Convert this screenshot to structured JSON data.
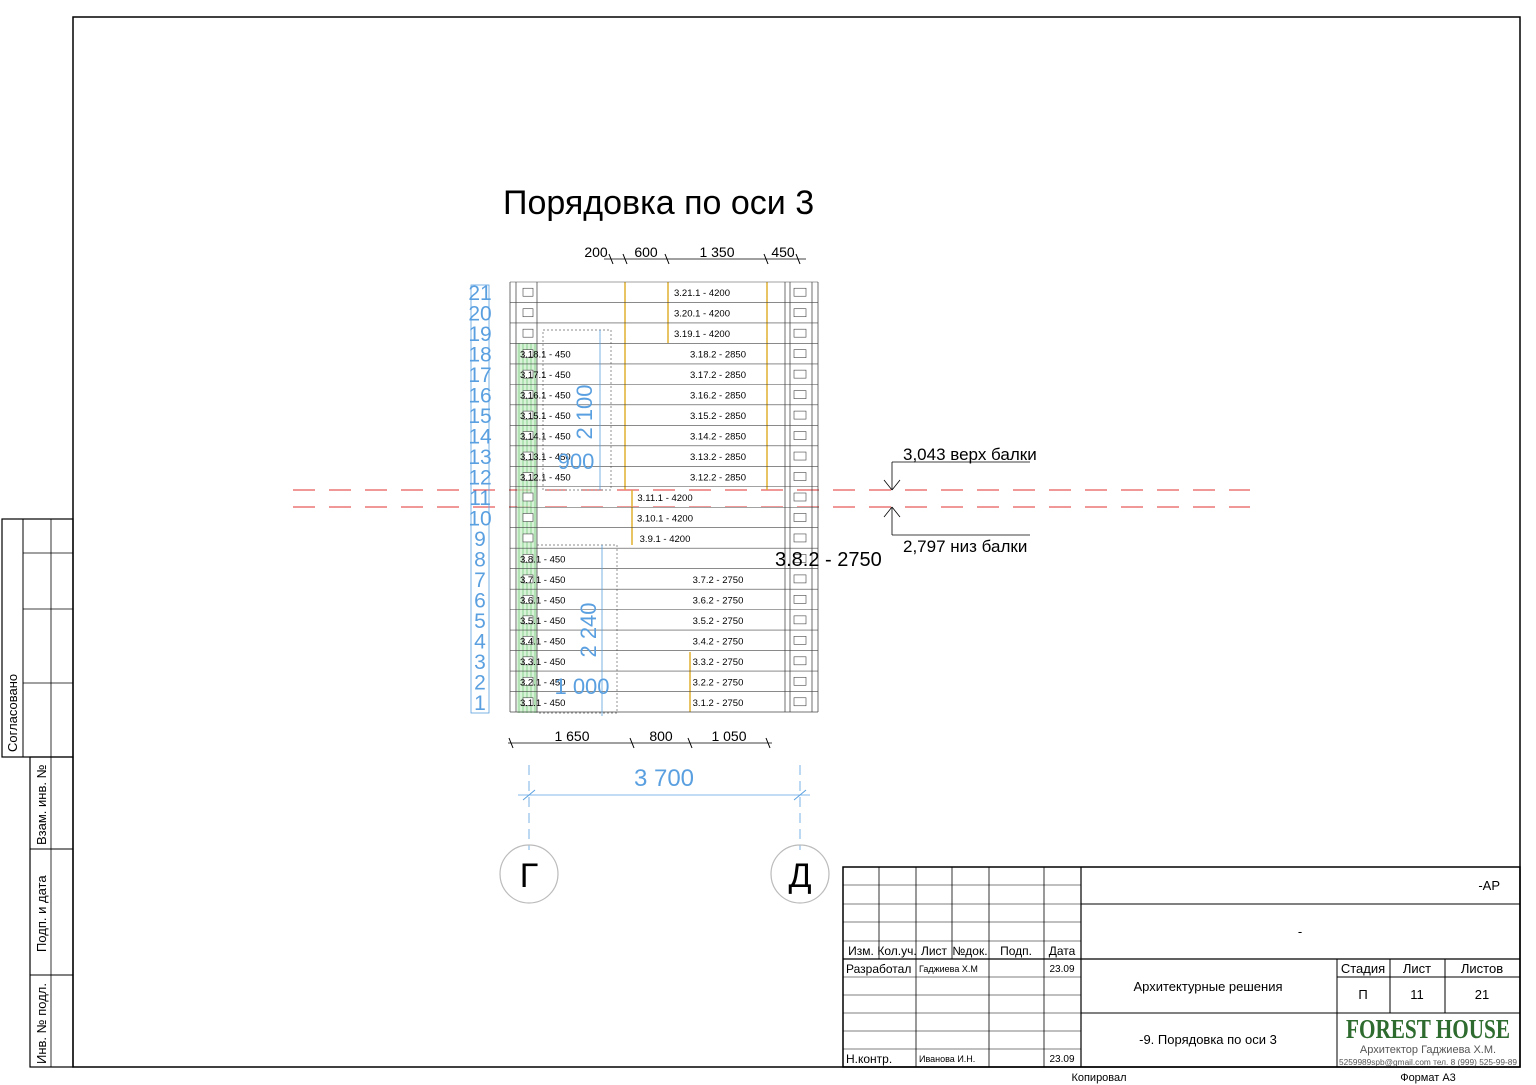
{
  "drawing": {
    "title": "Порядовка по оси 3",
    "top_dims": [
      "200",
      "600",
      "1 350",
      "450"
    ],
    "bottom_dims": [
      "1 650",
      "800",
      "1 050"
    ],
    "total_dim": "3 700",
    "axis_left": "Г",
    "axis_right": "Д",
    "opening_upper": {
      "height": "2 100",
      "width": "900"
    },
    "opening_lower": {
      "height": "2 240",
      "width": "1 000"
    },
    "beam_top": "3,043 верх балки",
    "beam_bottom": "2,797 низ балки",
    "callout": "3.8.2 - 2750",
    "rows": [
      {
        "n": "1",
        "left": "3.1.1 - 450",
        "right": "3.1.2 - 2750"
      },
      {
        "n": "2",
        "left": "3.2.1 - 450",
        "right": "3.2.2 - 2750"
      },
      {
        "n": "3",
        "left": "3.3.1 - 450",
        "right": "3.3.2 - 2750"
      },
      {
        "n": "4",
        "left": "3.4.1 - 450",
        "right": "3.4.2 - 2750"
      },
      {
        "n": "5",
        "left": "3.5.1 - 450",
        "right": "3.5.2 - 2750"
      },
      {
        "n": "6",
        "left": "3.6.1 - 450",
        "right": "3.6.2 - 2750"
      },
      {
        "n": "7",
        "left": "3.7.1 - 450",
        "right": "3.7.2 - 2750"
      },
      {
        "n": "8",
        "left": "3.8.1 - 450",
        "right": ""
      },
      {
        "n": "9",
        "left": "",
        "right": "3.9.1 - 4200"
      },
      {
        "n": "10",
        "left": "",
        "right": "3.10.1 - 4200"
      },
      {
        "n": "11",
        "left": "",
        "right": "3.11.1 - 4200"
      },
      {
        "n": "12",
        "left": "3.12.1 - 450",
        "right": "3.12.2 - 2850"
      },
      {
        "n": "13",
        "left": "3.13.1 - 450",
        "right": "3.13.2 - 2850"
      },
      {
        "n": "14",
        "left": "3.14.1 - 450",
        "right": "3.14.2 - 2850"
      },
      {
        "n": "15",
        "left": "3.15.1 - 450",
        "right": "3.15.2 - 2850"
      },
      {
        "n": "16",
        "left": "3.16.1 - 450",
        "right": "3.16.2 - 2850"
      },
      {
        "n": "17",
        "left": "3.17.1 - 450",
        "right": "3.17.2 - 2850"
      },
      {
        "n": "18",
        "left": "3.18.1 - 450",
        "right": "3.18.2 - 2850"
      },
      {
        "n": "19",
        "left": "",
        "right": "3.19.1 - 4200"
      },
      {
        "n": "20",
        "left": "",
        "right": "3.20.1 - 4200"
      },
      {
        "n": "21",
        "left": "",
        "right": "3.21.1 - 4200"
      }
    ]
  },
  "side_stamp": {
    "agreed": "Согласовано",
    "swap_inv": "Взам. инв. №",
    "sign_date": "Подп. и дата",
    "inv_orig": "Инв. № подл."
  },
  "title_block": {
    "code": "-АР",
    "dash": "-",
    "headers": [
      "Изм.",
      "Кол.уч.",
      "Лист",
      "№док.",
      "Подп.",
      "Дата"
    ],
    "developed_label": "Разработал",
    "developed_name": "Гаджиева Х.М",
    "developed_date": "23.09",
    "control_label": "Н.контр.",
    "control_name": "Иванова И.Н.",
    "control_date": "23.09",
    "section_name": "Архитектурные решения",
    "sheet_name": "-9. Порядовка по оси 3",
    "stage_label": "Стадия",
    "sheet_label": "Лист",
    "sheets_label": "Листов",
    "stage_value": "П",
    "sheet_value": "11",
    "sheets_value": "21",
    "company": "FOREST HOUSE",
    "architect": "Архитектор Гаджиева Х.М.",
    "contact": "5259989spb@gmail.com тел. 8 (999) 525-99-89",
    "copied": "Копировал",
    "format": "Формат А3",
    "brand_color": "#2e6b2e"
  }
}
